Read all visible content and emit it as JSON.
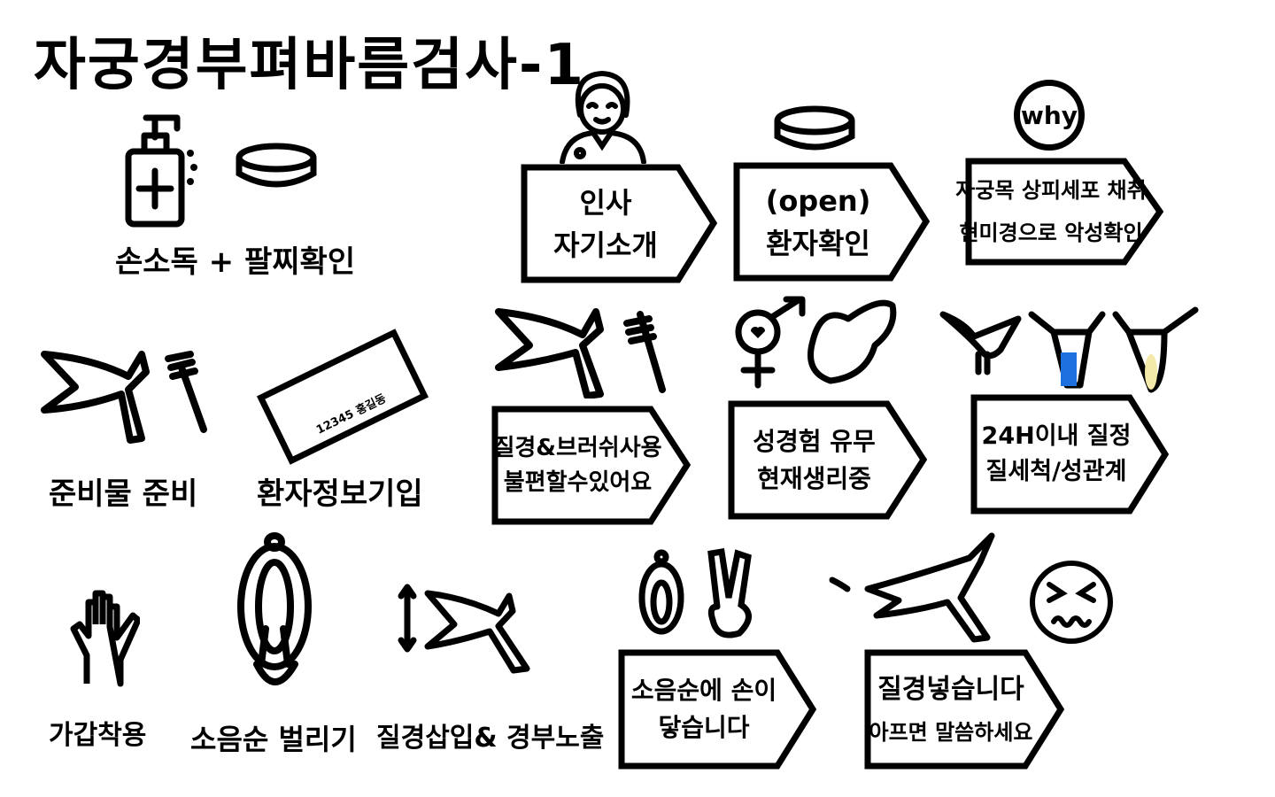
{
  "title": "자궁경부펴바름검사-1",
  "steps": {
    "hand_sanitize": "손소독 + 팔찌확인",
    "prepare": "준비물  준비",
    "patient_info": "환자정보기입",
    "specimen_label": "12345 홍길동",
    "gloves": "가갑착용",
    "spread_labia": "소음순 벌리기",
    "insert_speculum": "질경삽입& 경부노출"
  },
  "cards": [
    {
      "line1": "인사",
      "line2": "자기소개"
    },
    {
      "line1": "(open)",
      "line2": "환자확인"
    },
    {
      "line1": "자궁목 상피세포 채취",
      "line2": "현미경으로 악성확인"
    },
    {
      "line1": "질경&브러쉬사용",
      "line2": "불편할수있어요"
    },
    {
      "line1": "성경험 유무",
      "line2": "현재생리중"
    },
    {
      "line1": "24H이내 질정",
      "line2": "질세척/성관계"
    },
    {
      "line1": "소음순에 손이",
      "line2": "닿습니다"
    },
    {
      "line1": "질경넣습니다",
      "line2": "아프면 말씀하세요"
    }
  ],
  "why_badge": "why",
  "colors": {
    "ink": "#000000",
    "blue": "#1e6fe0",
    "yellow": "#f3e9a8"
  }
}
